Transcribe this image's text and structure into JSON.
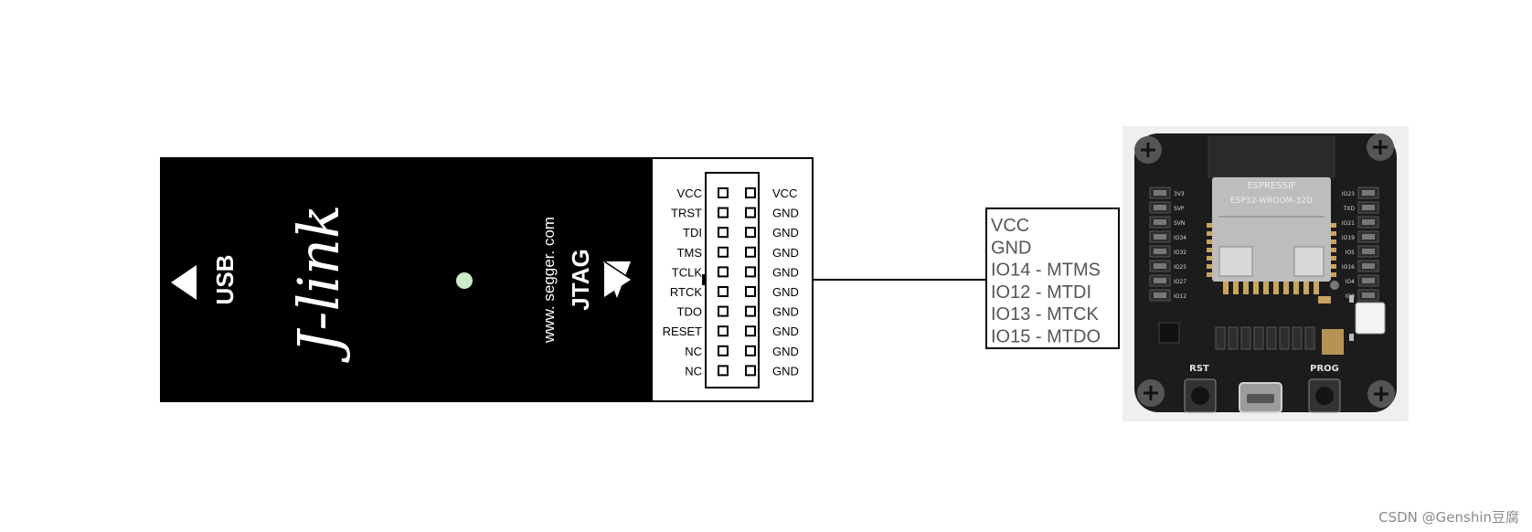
{
  "jlink": {
    "usb_label": "USB",
    "logo_text": "J-link",
    "website": "www. segger. com",
    "jtag_label": "JTAG",
    "body_color": "#000000",
    "led_color": "#c9ecc9",
    "left_pins": [
      "VCC",
      "TRST",
      "TDI",
      "TMS",
      "TCLK",
      "RTCK",
      "TDO",
      "RESET",
      "NC",
      "NC"
    ],
    "right_pins": [
      "VCC",
      "GND",
      "GND",
      "GND",
      "GND",
      "GND",
      "GND",
      "GND",
      "GND",
      "GND"
    ]
  },
  "connection_box": {
    "lines": [
      "VCC",
      "GND",
      "IO14 - MTMS",
      "IO12 - MTDI",
      "IO13 - MTCK",
      "IO15 - MTDO"
    ],
    "text_color": "#555555"
  },
  "board": {
    "module_brand": "ESPRESSIF",
    "module_model": "ESP32-WROOM-32D",
    "rst_label": "RST",
    "prog_label": "PROG",
    "left_header_pins": [
      "3V3",
      "SVP",
      "SVN",
      "IO34",
      "IO32",
      "IO25",
      "IO27",
      "IO12"
    ],
    "right_header_pins": [
      "IO23",
      "TXD",
      "IO21",
      "IO19",
      "IO5",
      "IO16",
      "IO4",
      "IO0"
    ]
  },
  "watermark": "CSDN @Genshin豆腐"
}
